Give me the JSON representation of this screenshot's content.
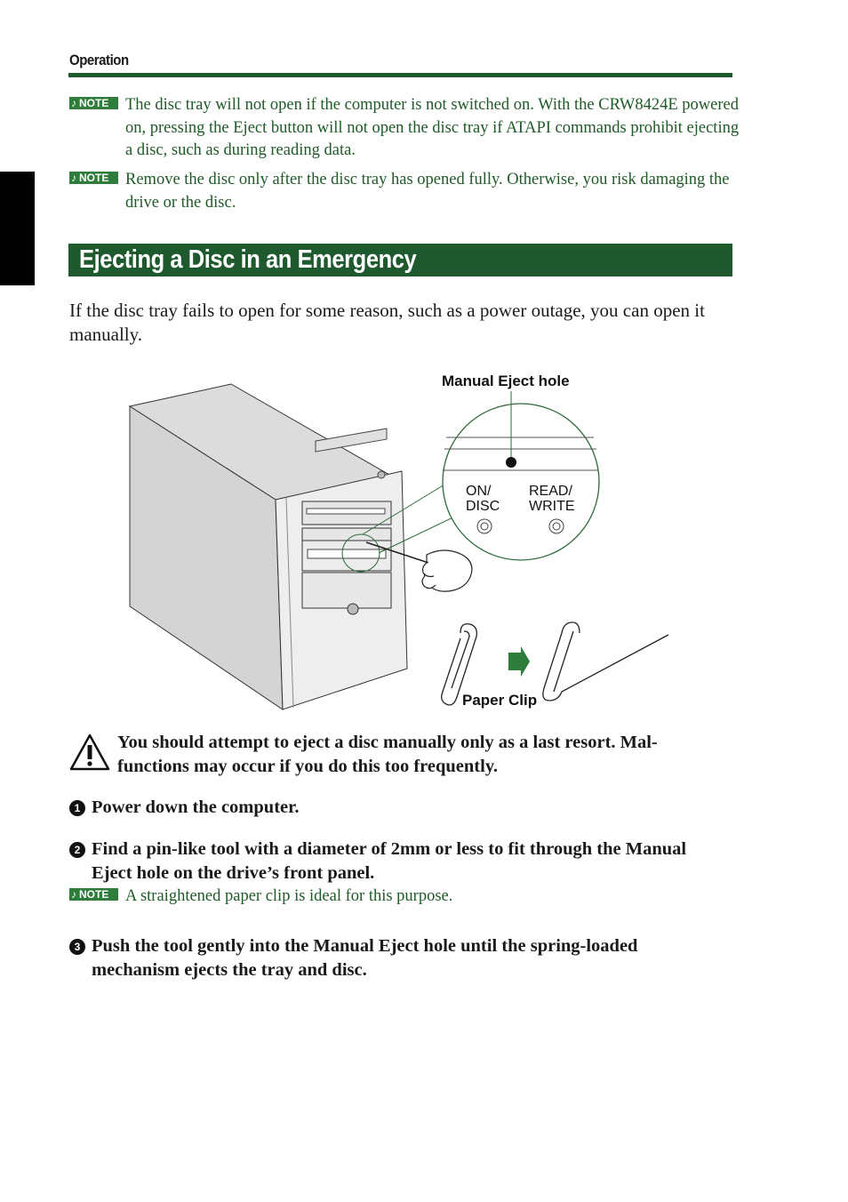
{
  "header": {
    "section": "Operation"
  },
  "notes": [
    {
      "badge": "NOTE",
      "text": "The disc tray will not open if the computer is not switched on. With the CRW8424E powered on, pressing the Eject button will not open the disc tray if ATAPI commands prohibit ejecting a disc, such as during reading data."
    },
    {
      "badge": "NOTE",
      "text": "Remove the disc only after the disc tray has opened fully.  Otherwise, you risk damaging the drive or the disc."
    }
  ],
  "section_heading": "Ejecting a Disc in an Emergency",
  "intro": "If the disc tray fails to open for some reason, such as a power outage, you can open it manually.",
  "figure": {
    "label_eject_hole": "Manual Eject hole",
    "label_on_disc_1": "ON/",
    "label_on_disc_2": "DISC",
    "label_read_write_1": "READ/",
    "label_read_write_2": "WRITE",
    "label_paper_clip": "Paper Clip"
  },
  "warning": "You should attempt to eject a disc manually only as a last resort.  Mal-functions may occur if you do this too frequently.",
  "steps": [
    {
      "num": "1",
      "text": "Power down the computer."
    },
    {
      "num": "2",
      "text": "Find a pin-like tool with a diameter of 2mm or less to fit through the Manual Eject hole on the drive’s front panel."
    },
    {
      "num": "3",
      "text": "Push the tool gently into the Manual Eject hole until the spring-loaded mechanism ejects the tray and disc."
    }
  ],
  "step2_note": {
    "badge": "NOTE",
    "text": "A straightened paper clip is ideal for this purpose."
  },
  "colors": {
    "accent_green": "#1e5a2e",
    "note_text_green": "#1f5a28",
    "badge_green": "#2e7d3a"
  }
}
